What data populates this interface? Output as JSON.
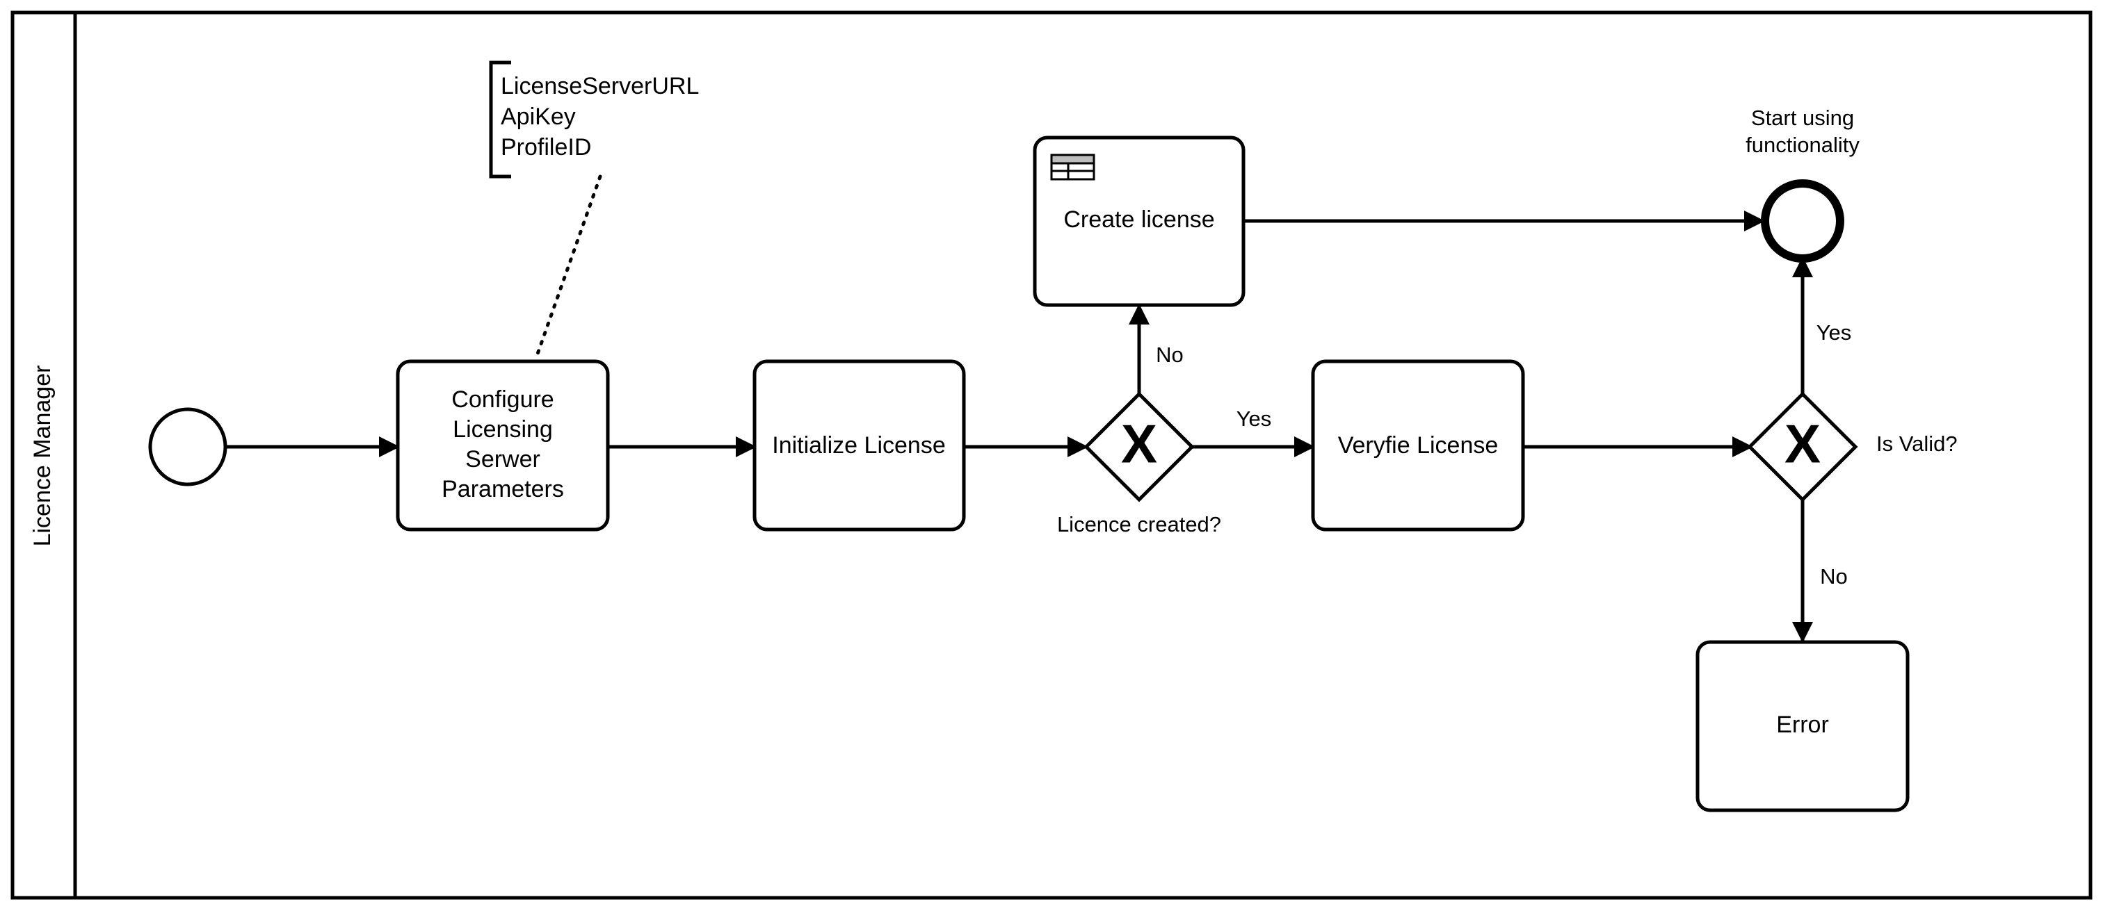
{
  "pool": {
    "lane_label": "Licence Manager"
  },
  "annotation": {
    "lines": [
      "LicenseServerURL",
      "ApiKey",
      "ProfileID"
    ]
  },
  "tasks": {
    "configure": {
      "lines": [
        "Configure",
        "Licensing",
        "Serwer",
        "Parameters"
      ]
    },
    "initialize": {
      "label": "Initialize License"
    },
    "create": {
      "label": "Create license",
      "icon": "table-icon"
    },
    "verify": {
      "label": "Veryfie License"
    },
    "error": {
      "label": "Error"
    }
  },
  "gateways": {
    "licence_created": {
      "label": "Licence created?",
      "marker": "X",
      "yes_label": "Yes",
      "no_label": "No"
    },
    "is_valid": {
      "label": "Is Valid?",
      "marker": "X",
      "yes_label": "Yes",
      "no_label": "No"
    }
  },
  "events": {
    "end": {
      "lines": [
        "Start using",
        "functionality"
      ]
    }
  },
  "colors": {
    "stroke": "#000000",
    "fill": "#ffffff",
    "icon_header": "#bdbdbd"
  }
}
